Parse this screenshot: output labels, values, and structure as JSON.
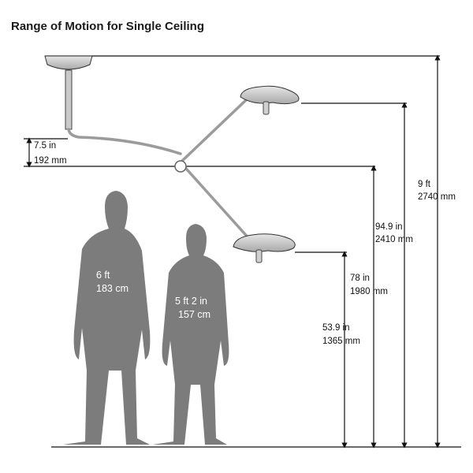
{
  "title": "Range of Motion for Single Ceiling",
  "measurements": {
    "offset": {
      "line1": "7.5 in",
      "line2": "192 mm"
    },
    "ceiling": {
      "line1": "9 ft",
      "line2": "2740 mm"
    },
    "upper_light": {
      "line1": "94.9 in",
      "line2": "2410 mm"
    },
    "joint": {
      "line1": "78 in",
      "line2": "1980 mm"
    },
    "lower_light": {
      "line1": "53.9 in",
      "line2": "1365 mm"
    }
  },
  "figures": {
    "tall": {
      "line1": "6 ft",
      "line2": "183 cm"
    },
    "short": {
      "line1": "5 ft 2 in",
      "line2": "157 cm"
    }
  },
  "colors": {
    "silhouette": "#7c7c7c",
    "lines": "#111111",
    "fixture": "#c9c9c9"
  }
}
